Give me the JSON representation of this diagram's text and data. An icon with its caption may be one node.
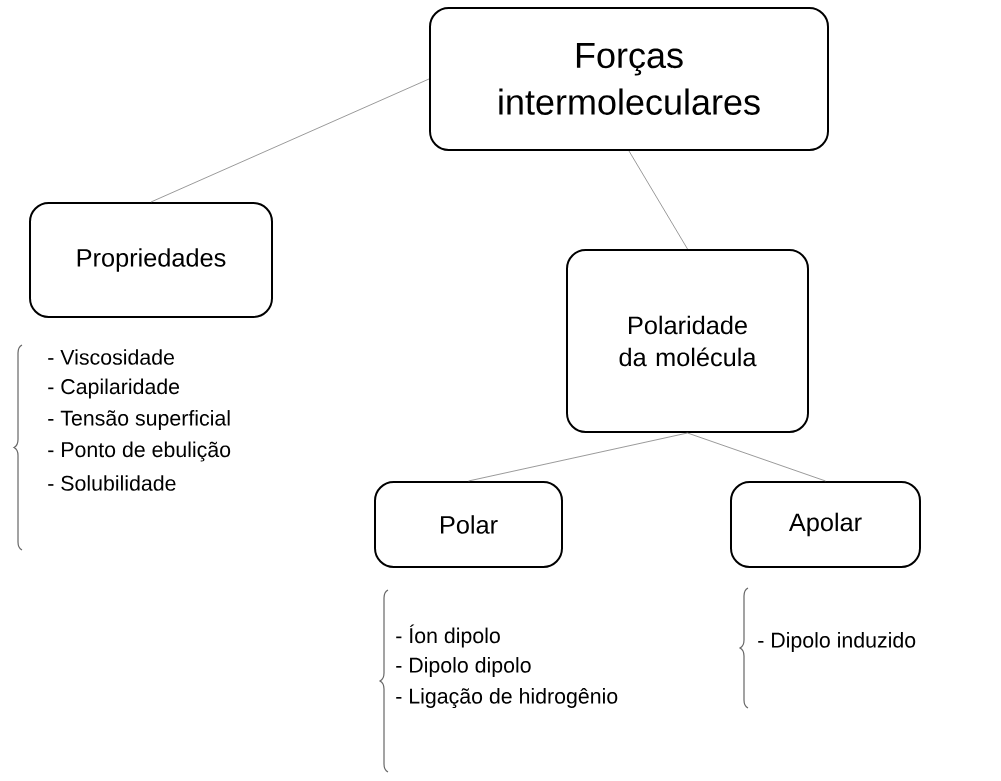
{
  "diagram": {
    "nodes": [
      {
        "text": [
          "Forças intermoleculares"
        ]
      },
      {
        "text": [
          "Propriedades"
        ],
        "beside": [
          "- Viscosidade",
          "- Capilaridade",
          "- Tensão superficial",
          "- Ponto de ebulição",
          "- Solubilidade"
        ]
      },
      {
        "text": [
          "Polaridade da molécula"
        ]
      },
      {
        "text": [
          "Polar"
        ],
        "beside": [
          "- Íon dipolo",
          "- Dipolo dipolo",
          "- Ligação de hidrogênio"
        ]
      },
      {
        "text": [
          "Apolar"
        ],
        "beside": [
          "- Dipolo induzido"
        ]
      }
    ],
    "edges": [
      {
        "from": 0,
        "to": 1,
        "arrow": "none"
      },
      {
        "from": 0,
        "to": 2,
        "arrow": "none"
      },
      {
        "from": 2,
        "to": 3,
        "arrow": "none"
      },
      {
        "from": 2,
        "to": 4,
        "arrow": "none"
      }
    ]
  }
}
